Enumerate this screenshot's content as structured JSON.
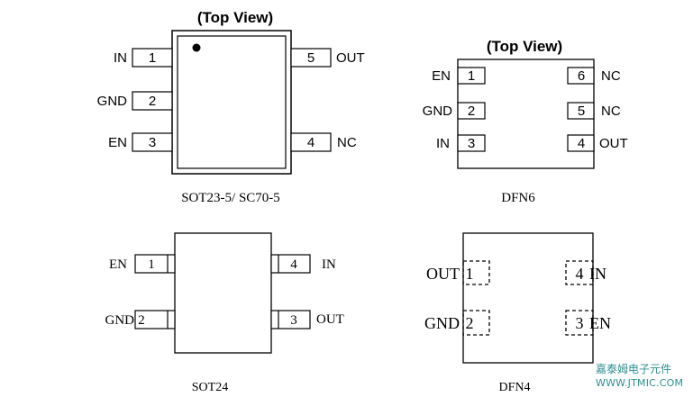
{
  "sot23": {
    "view": "(Top View)",
    "caption": "SOT23-5/ SC70-5",
    "left_pins": [
      {
        "name": "IN",
        "num": "1"
      },
      {
        "name": "GND",
        "num": "2"
      },
      {
        "name": "EN",
        "num": "3"
      }
    ],
    "right_pins": [
      {
        "name": "OUT",
        "num": "5"
      },
      {
        "name": "NC",
        "num": "4"
      }
    ]
  },
  "dfn6": {
    "view": "(Top View)",
    "caption": "DFN6",
    "left_pins": [
      {
        "name": "EN",
        "num": "1"
      },
      {
        "name": "GND",
        "num": "2"
      },
      {
        "name": "IN",
        "num": "3"
      }
    ],
    "right_pins": [
      {
        "name": "NC",
        "num": "6"
      },
      {
        "name": "NC",
        "num": "5"
      },
      {
        "name": "OUT",
        "num": "4"
      }
    ]
  },
  "sot24": {
    "caption": "SOT24",
    "left_pins": [
      {
        "name": "EN",
        "num": "1"
      },
      {
        "name": "GND",
        "num": "2"
      }
    ],
    "right_pins": [
      {
        "name": "IN",
        "num": "4"
      },
      {
        "name": "OUT",
        "num": "3"
      }
    ]
  },
  "dfn4": {
    "caption": "DFN4",
    "left_pins": [
      {
        "name": "OUT",
        "num": "1"
      },
      {
        "name": "GND",
        "num": "2"
      }
    ],
    "right_pins": [
      {
        "name": "IN",
        "num": "4"
      },
      {
        "name": "EN",
        "num": "3"
      }
    ]
  },
  "watermark": {
    "line1": "嘉泰姆电子元件",
    "line2": "WWW.JTMIC.COM"
  }
}
